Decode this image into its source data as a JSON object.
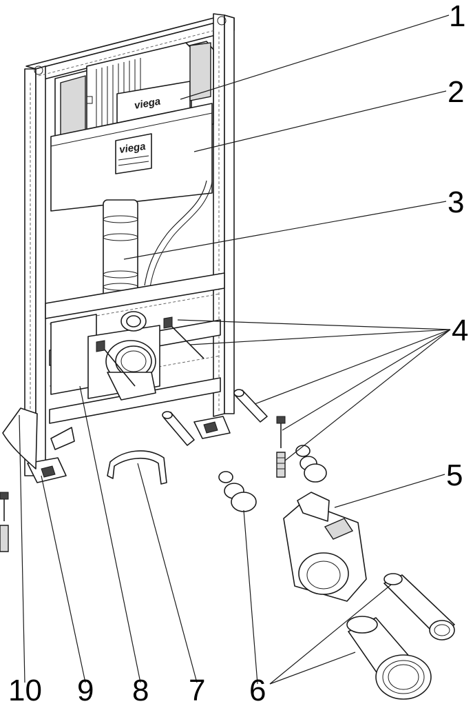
{
  "brand_logo": "viega",
  "callouts": {
    "c1": "1",
    "c2": "2",
    "c3": "3",
    "c4": "4",
    "c5": "5",
    "c6_right": "6",
    "c6_bottom": "6",
    "c7": "7",
    "c8": "8",
    "c9": "9",
    "c10": "10"
  }
}
